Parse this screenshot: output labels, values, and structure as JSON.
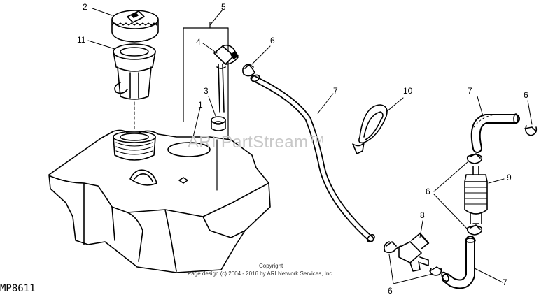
{
  "callouts": {
    "c2": "2",
    "c11": "11",
    "c5": "5",
    "c4": "4",
    "c6_a": "6",
    "c3": "3",
    "c1": "1",
    "c7_a": "7",
    "c10": "10",
    "c7_b": "7",
    "c6_b": "6",
    "c9": "9",
    "c6_c": "6",
    "c8": "8",
    "c7_c": "7",
    "c6_d": "6"
  },
  "figure_id": "MP8611",
  "watermark": "ARI PartStream™",
  "copyright_line1": "Copyright",
  "copyright_line2": "Page design (c) 2004 - 2016 by ARI Network Services, Inc."
}
